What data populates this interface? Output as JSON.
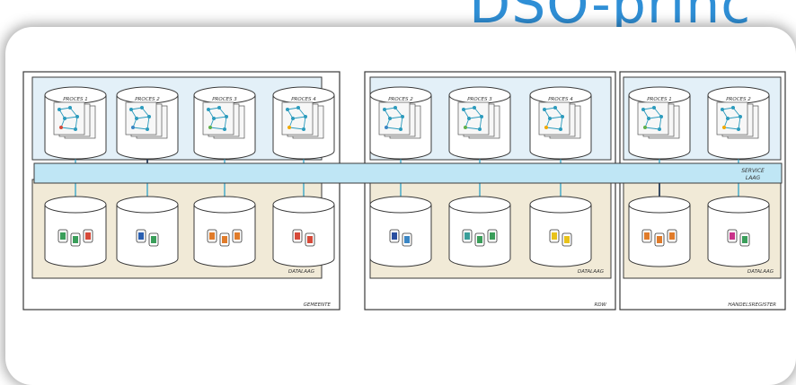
{
  "title": "DSO-princ",
  "groups": [
    {
      "name": "GEMEENTE",
      "processes": [
        "PROCES 1",
        "PROCES 2",
        "PROCES 3",
        "PROCES 4"
      ],
      "data_label": "DATALAAG"
    },
    {
      "name": "RDW",
      "processes": [
        "PROCES 2",
        "PROCES 3",
        "PROCES 4"
      ],
      "data_label": "DATALAAG"
    },
    {
      "name": "HANDELSREGISTER",
      "processes": [
        "PROCES 1",
        "PROCES 2"
      ],
      "data_label": "DATALAAG"
    }
  ],
  "service_layer": {
    "line1": "SERVICE",
    "line2": "LAAG"
  },
  "colors": {
    "title": "#2f8fd6",
    "process_bg": "#e3f0f8",
    "data_bg": "#f1ead7",
    "service_bar": "#bfe6f5",
    "connector": "#3aa7c9",
    "outline": "#3a3a3a"
  }
}
